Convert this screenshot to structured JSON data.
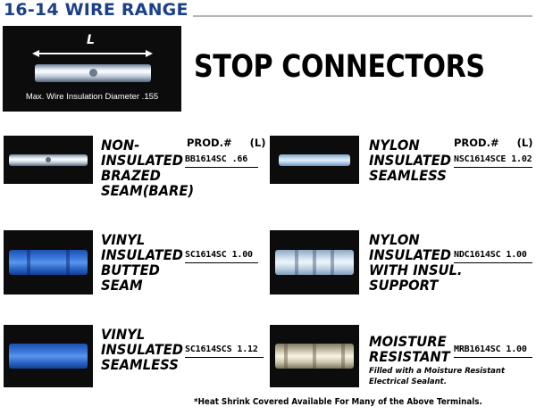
{
  "header": {
    "range_title": "16-14 WIRE RANGE",
    "main_title": "STOP CONNECTORS"
  },
  "hero": {
    "length_label": "L",
    "caption": "Max. Wire Insulation Diameter .155"
  },
  "columns": {
    "prod_label": "PROD.#",
    "length_label": "(L)"
  },
  "products": [
    {
      "title_lines": [
        "NON-",
        "INSULATED",
        "BRAZED",
        "SEAM(BARE)"
      ],
      "code": "BB1614SC",
      "length": ".66",
      "image": "bare-brazed-tube"
    },
    {
      "title_lines": [
        "NYLON",
        "INSULATED",
        "SEAMLESS"
      ],
      "code": "NSC1614SCE",
      "length": "1.02",
      "image": "nylon-seamless-tube"
    },
    {
      "title_lines": [
        "VINYL",
        "INSULATED",
        "BUTTED",
        "SEAM"
      ],
      "code": "SC1614SC",
      "length": "1.00",
      "image": "vinyl-butted-tube"
    },
    {
      "title_lines": [
        "NYLON",
        "INSULATED",
        "WITH INSUL.",
        "SUPPORT"
      ],
      "code": "NDC1614SC",
      "length": "1.00",
      "image": "nylon-insul-support-tube"
    },
    {
      "title_lines": [
        "VINYL",
        "INSULATED",
        "SEAMLESS"
      ],
      "code": "SC1614SCS",
      "length": "1.12",
      "image": "vinyl-seamless-tube"
    },
    {
      "title_lines": [
        "MOISTURE",
        "RESISTANT"
      ],
      "code": "MRB1614SC",
      "length": "1.00",
      "image": "moisture-resistant-tube"
    }
  ],
  "moisture_note_lines": [
    "Filled with a Moisture Resistant",
    "Electrical Sealant."
  ],
  "footnote": "*Heat Shrink Covered Available For Many of the Above Terminals.",
  "colors": {
    "range_title": "#1b3f8a",
    "image_background": "#0c0c0c",
    "title_rule": "#b5b5b5"
  }
}
